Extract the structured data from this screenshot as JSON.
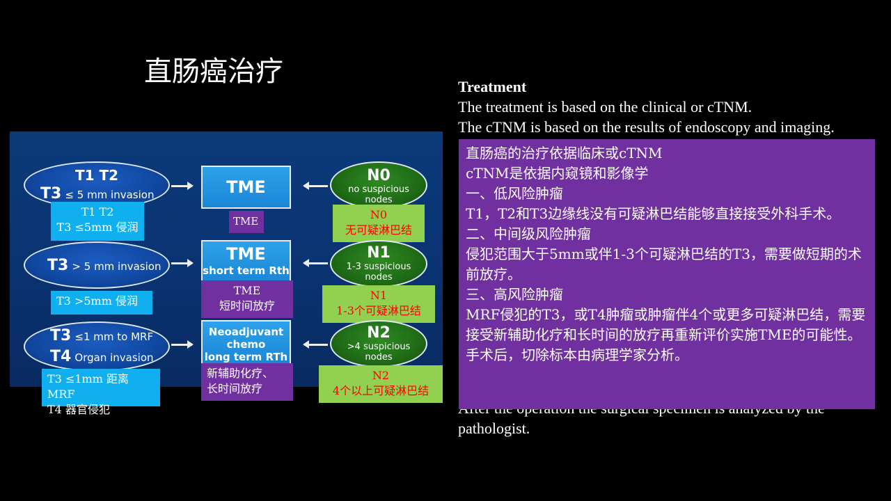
{
  "title": "直肠癌治疗",
  "diagram": {
    "row1": {
      "oval_line1": "T1 T2",
      "oval_line2_big": "T3",
      "oval_line2_small": "≤ 5 mm invasion",
      "tme": "TME",
      "node_big": "N0",
      "node_small": "no suspicious nodes",
      "label_t_line1": "T1 T2",
      "label_t_line2": "T3 ≤5mm 侵润",
      "label_tme": "TME",
      "label_n_line1": "N0",
      "label_n_line2": "无可疑淋巴结"
    },
    "row2": {
      "oval_big": "T3",
      "oval_small": "> 5 mm invasion",
      "tme_line1": "TME",
      "tme_line2": "short term Rth",
      "node_big": "N1",
      "node_small_line1": "1-3 suspicious",
      "node_small_line2": "nodes",
      "label_t": "T3 >5mm 侵润",
      "label_tme_line1": "TME",
      "label_tme_line2": "短时间放疗",
      "label_n_line1": "N1",
      "label_n_line2": "1-3个可疑淋巴结"
    },
    "row3": {
      "oval_line1_big": "T3",
      "oval_line1_small": "≤1 mm to MRF",
      "oval_line2_big": "T4",
      "oval_line2_small": "Organ invasion",
      "tme_line1": "Neoadjuvant",
      "tme_line2": "chemo",
      "tme_line3": "long term RTh",
      "node_big": "N2",
      "node_small_line1": ">4 suspicious",
      "node_small_line2": "nodes",
      "label_t_line1": "T3 ≤1mm 距离 MRF",
      "label_t_line2": "T4 器官侵犯",
      "label_tme_line1": "新辅助化疗、",
      "label_tme_line2": "长时间放疗",
      "label_n_line1": "N2",
      "label_n_line2": "4个以上可疑淋巴结"
    }
  },
  "english": {
    "heading": "Treatment",
    "line1": "The treatment is based on the clinical or cTNM.",
    "line2": "The cTNM is based on the results of endoscopy and imaging.",
    "tail_line1": "After the operation the surgical specimen is analyzed by the",
    "tail_line2": "pathologist."
  },
  "chinese": {
    "lines": [
      "直肠癌的治疗依据临床或cTNM",
      "cTNM是依据内窥镜和影像学",
      "一、低风险肿瘤",
      "T1，T2和T3边缘线没有可疑淋巴结能够直接接受外科手术。",
      "二、中间级风险肿瘤",
      "侵犯范围大于5mm或伴1-3个可疑淋巴结的T3，需要做短期的术前放疗。",
      "三、高风险肿瘤",
      "MRF侵犯的T3，或T4肿瘤或肿瘤伴4个或更多可疑淋巴结，需要接受新辅助化疗和长时间的放疗再重新评价实施TME的可能性。",
      "手术后，切除标本由病理学家分析。"
    ]
  }
}
